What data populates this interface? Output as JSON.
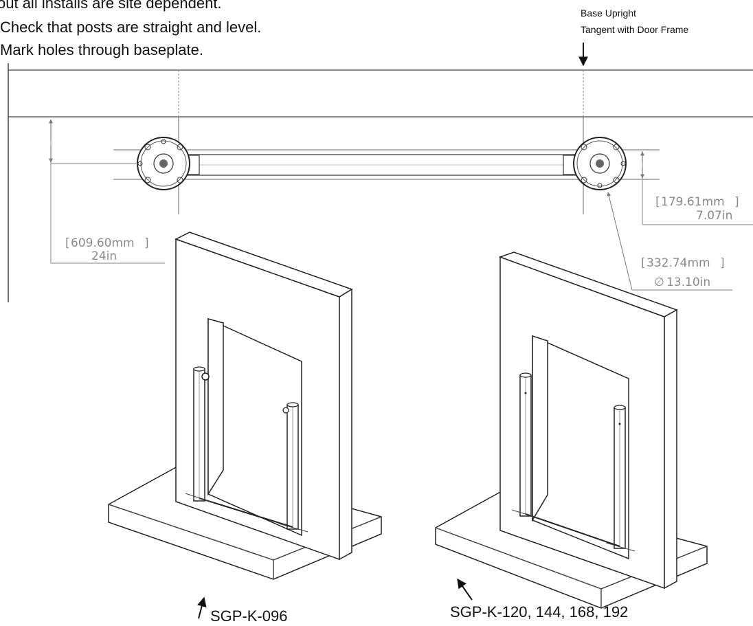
{
  "instructions": {
    "line1": "out all installs are site dependent.",
    "line2": "Check that posts are straight and level.",
    "line3": "Mark holes through baseplate."
  },
  "callout": {
    "line1": "Base Upright",
    "line2": "Tangent with Door Frame"
  },
  "dimensions": {
    "offset_mm": "609.60mm",
    "offset_in": "24in",
    "width_mm": "179.61mm",
    "width_in": "7.07in",
    "diameter_mm": "332.74mm",
    "diameter_in": "13.10in",
    "diameter_symbol": "∅"
  },
  "labels": {
    "left_model": "SGP-K-096",
    "right_model": "SGP-K-120, 144, 168, 192"
  }
}
